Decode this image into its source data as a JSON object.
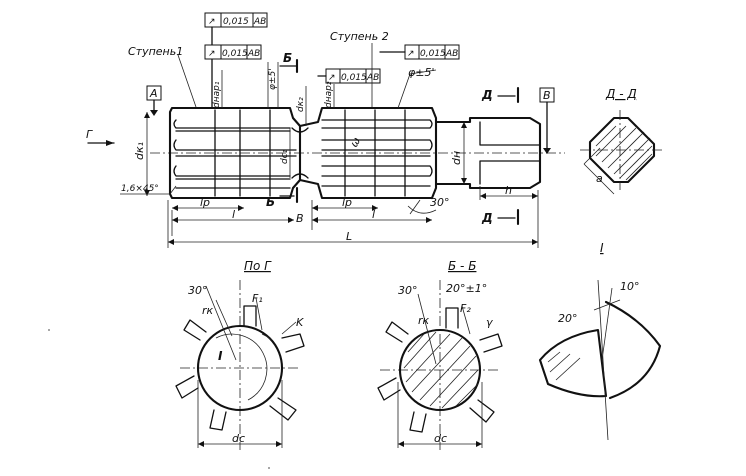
{
  "labels": {
    "step1": "Ступень1",
    "step2": "Ступень 2",
    "datum_a": "A",
    "datum_v": "В",
    "section_b": "Б",
    "section_d": "Д",
    "view_d_title": "Д - Д",
    "view_g_title": "По Г",
    "view_b_title": "Б - Б",
    "detail_title": "I",
    "detail_mark": "I",
    "arrow_g": "Г"
  },
  "tolerances": {
    "t1_symbol": "↗",
    "t1_value": "0,015",
    "t1_base": "АВ",
    "t2_symbol": "↗",
    "t2_value": "0,015",
    "t2_base": "АВ",
    "t3_symbol": "↗",
    "t3_value": "0,015",
    "t3_base": "АВ",
    "t4_symbol": "↗",
    "t4_value": "0,015",
    "t4_base": "АВ"
  },
  "dimensions": {
    "d_nar1": "dнар₁",
    "d_k2": "dк₂",
    "d_nar2": "dнар₂",
    "d_k1": "dк₁",
    "d_c1": "dс₁",
    "d_n": "dн",
    "d_c": "dс",
    "phi1": "φ±5'",
    "phi2": "φ±5'",
    "omega": "ω",
    "chamfer": "1,6×45°",
    "l_r1": "lр",
    "l_r2": "lр",
    "l1": "l",
    "l2": "l",
    "L": "L",
    "h": "h",
    "a": "a",
    "ang30": "30°",
    "rk1": "rк",
    "rk2": "rк",
    "f1": "F₁",
    "f2": "F₂",
    "k": "K",
    "ang30b": "30°",
    "ang30c": "30°",
    "ang20": "20°±1°",
    "ang20b": "20°",
    "ang10": "10°",
    "gamma": "γ"
  }
}
